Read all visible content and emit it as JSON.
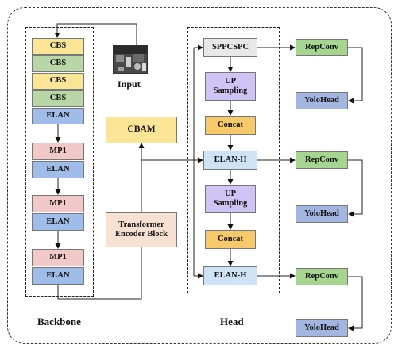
{
  "colors": {
    "cbs_yellow": "#fbe596",
    "cbs_green": "#b9d7a6",
    "elan_blue": "#9fbde8",
    "mp_pink": "#f2c9c9",
    "head_gray": "#e8e8e8",
    "head_purple": "#cfc4f3",
    "concat_orange": "#f8c96a",
    "elanh_blue": "#cfe3f6",
    "repconv_green": "#a5d58e",
    "yolohead_blue": "#a3b6e2",
    "cbam_yellow": "#fbe596",
    "transformer_peach": "#f8e1d2"
  },
  "backbone": {
    "label": "Backbone",
    "blocks": [
      "CBS",
      "CBS",
      "CBS",
      "CBS",
      "ELAN",
      "MP1",
      "ELAN",
      "MP1",
      "ELAN",
      "MP1",
      "ELAN"
    ]
  },
  "input": {
    "label": "Input",
    "image_icon": "thermal-scene-image"
  },
  "middle": {
    "cbam": "CBAM",
    "transformer": "Transformer Encoder Block"
  },
  "head": {
    "label": "Head",
    "blocks": [
      "SPPCSPC",
      "UP Sampling",
      "Concat",
      "ELAN-H",
      "UP Sampling",
      "Concat",
      "ELAN-H"
    ]
  },
  "outputs": {
    "repconv": [
      "RepConv",
      "RepConv",
      "RepConv"
    ],
    "yolohead": [
      "YoloHead",
      "YoloHead",
      "YoloHead"
    ]
  }
}
